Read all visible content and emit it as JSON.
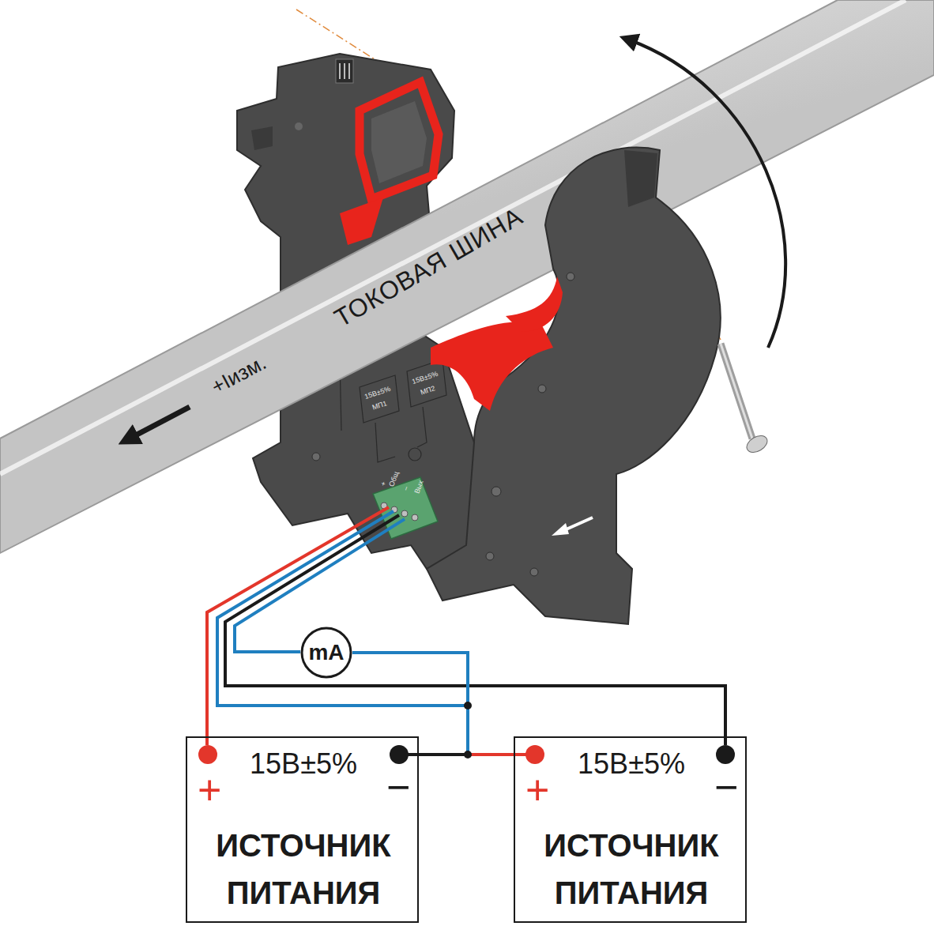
{
  "diagram": {
    "nodes": [
      {
        "text": [
          "+",
          "15В±5%",
          "−",
          "ИСТОЧНИК ПИТАНИЯ"
        ]
      },
      {
        "text": [
          "+",
          "15В±5%",
          "−",
          "ИСТОЧНИК ПИТАНИЯ"
        ]
      },
      {
        "text": [
          "mA"
        ]
      }
    ],
    "edges": [
      {
        "from": 0,
        "to": 1,
        "arrow": "none"
      },
      {
        "from": 2,
        "to": 1,
        "arrow": "none"
      }
    ],
    "labels": [
      "ТОКОВАЯ ШИНА",
      "+Iизм.",
      "15В±5%",
      "МП1",
      "15В±5%",
      "МП2",
      "+",
      "Общ",
      "−",
      "Вых"
    ]
  }
}
